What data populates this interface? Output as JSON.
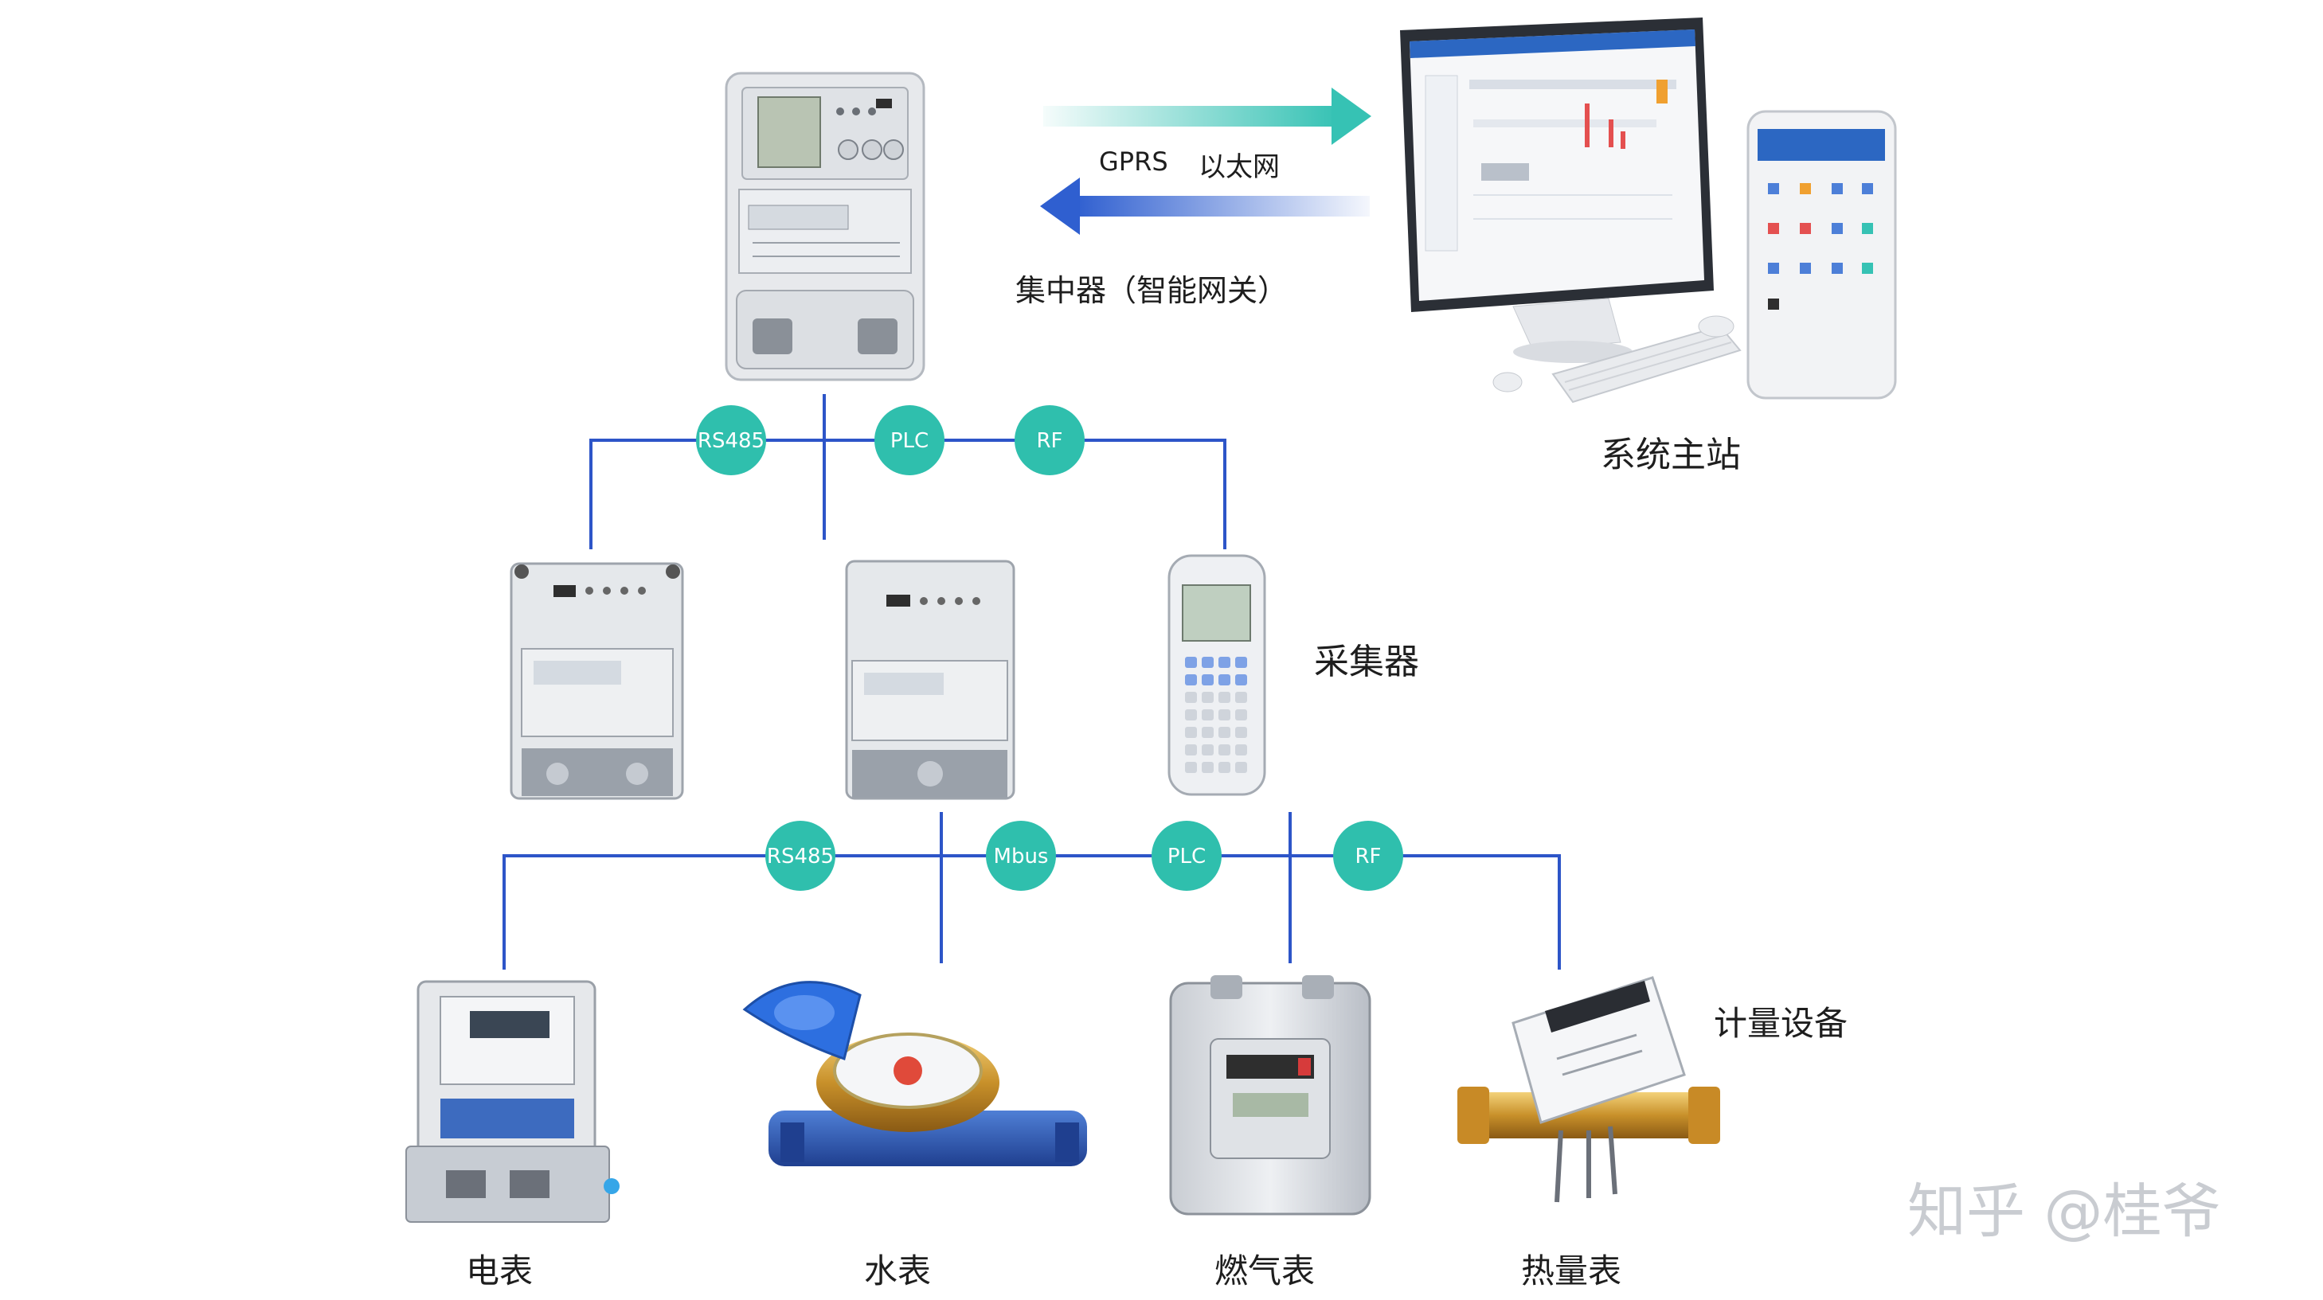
{
  "labels": {
    "gprs": "GPRS",
    "ethernet": "以太网",
    "concentrator": "集中器（智能网关）",
    "master_station": "系统主站",
    "collector": "采集器",
    "metering_devices": "计量设备",
    "electric_meter": "电表",
    "water_meter": "水表",
    "gas_meter": "燃气表",
    "heat_meter": "热量表"
  },
  "bus_top": [
    "RS485",
    "PLC",
    "RF"
  ],
  "bus_bottom": [
    "RS485",
    "Mbus",
    "PLC",
    "RF"
  ],
  "colors": {
    "line": "#2d55c8",
    "badge": "#2fbfad",
    "arrow_right": "#36c2b4",
    "arrow_left": "#2f5fd0"
  },
  "watermark": "知乎 @桂爷"
}
